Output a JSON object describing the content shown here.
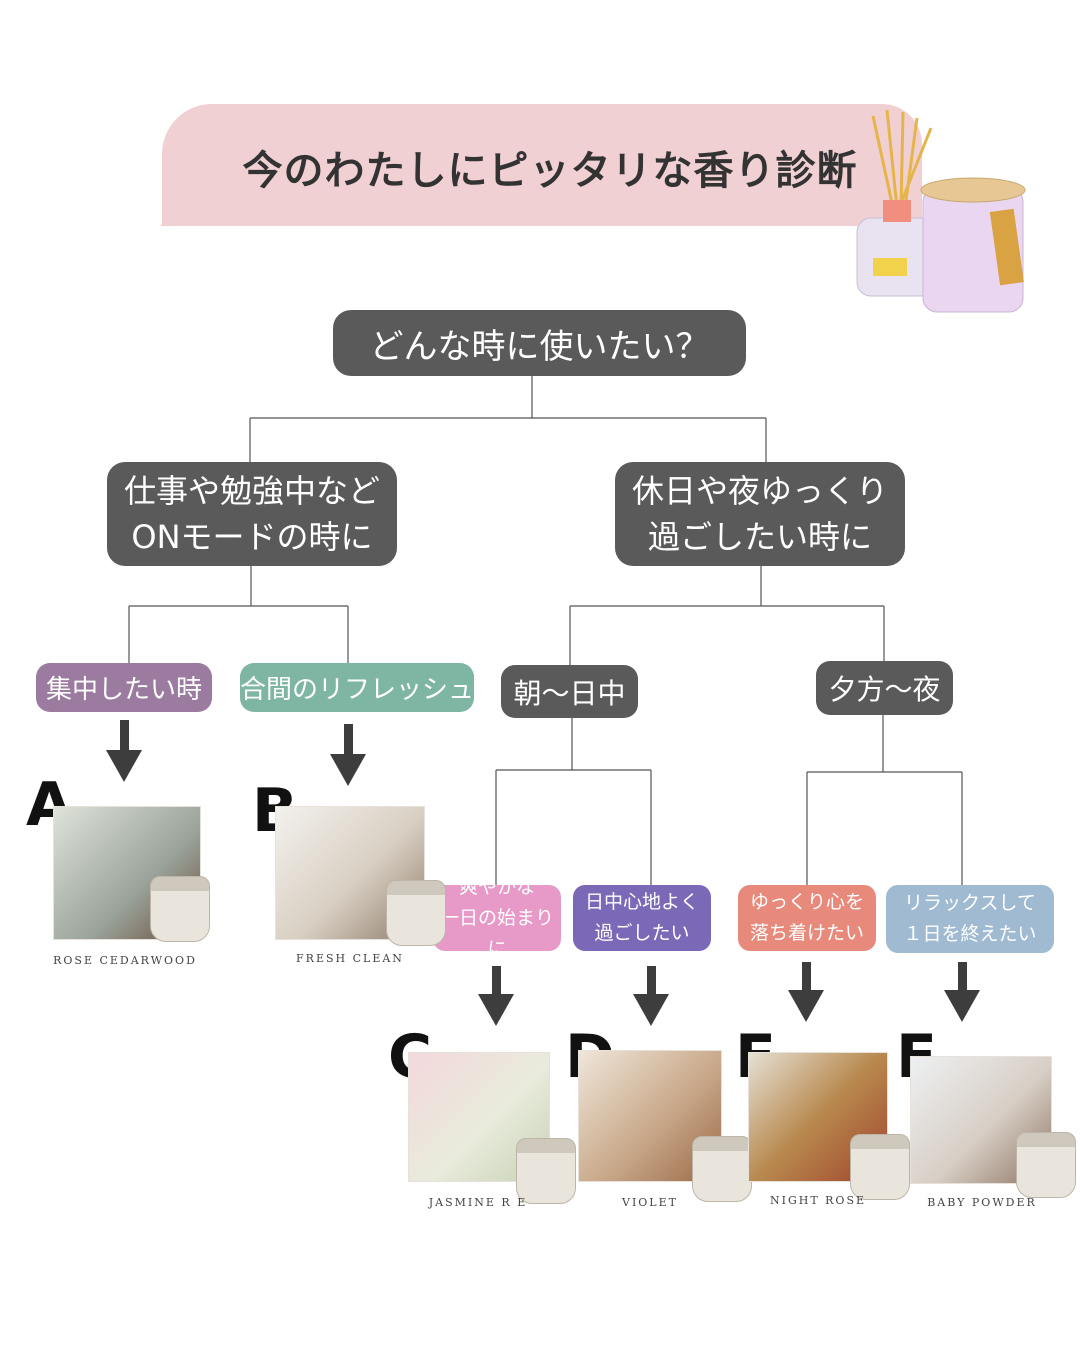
{
  "title": "今のわたしにピッタリな香り診断",
  "question": "どんな時に使いたい？",
  "branches": {
    "work": {
      "line1": "仕事や勉強中など",
      "line2": "ONモードの時に"
    },
    "rest": {
      "line1": "休日や夜ゆっくり",
      "line2": "過ごしたい時に"
    }
  },
  "work_options": {
    "focus": "集中したい時",
    "refresh": "合間のリフレッシュ"
  },
  "rest_times": {
    "day": "朝〜日中",
    "night": "夕方〜夜"
  },
  "day_options": {
    "c": {
      "line1": "爽やかな",
      "line2": "一日の始まりに"
    },
    "d": {
      "line1": "日中心地よく",
      "line2": "過ごしたい"
    }
  },
  "night_options": {
    "e": {
      "line1": "ゆっくり心を",
      "line2": "落ち着けたい"
    },
    "f": {
      "line1": "リラックスして",
      "line2": "１日を終えたい"
    }
  },
  "results": [
    {
      "letter": "A",
      "name": "ROSE CEDARWOOD"
    },
    {
      "letter": "B",
      "name": "FRESH CLEAN"
    },
    {
      "letter": "C",
      "name": "JASMINE R  E"
    },
    {
      "letter": "D",
      "name": "VIOLET"
    },
    {
      "letter": "E",
      "name": "NIGHT ROSE"
    },
    {
      "letter": "F",
      "name": "BABY POWDER"
    }
  ],
  "colors": {
    "dark_box": "#5a5a5a",
    "bubble": "#f0d0d3",
    "focus": "#9b7b9f",
    "refresh": "#7fb5a3",
    "c": "#e79ac8",
    "d": "#7b69b8",
    "e": "#e88a7b",
    "f": "#9fbad1"
  }
}
